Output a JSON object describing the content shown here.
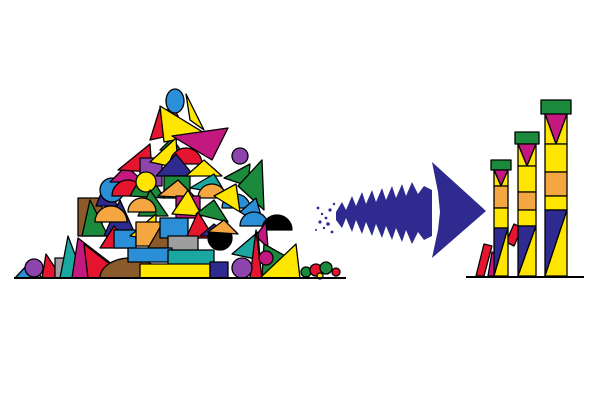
{
  "illustration": {
    "background": "#ffffff",
    "outline": "#000000",
    "arrow_color": "#2e2a8f",
    "palette": [
      "#e5142f",
      "#1b8a3c",
      "#ffe600",
      "#2a8fd6",
      "#f4a640",
      "#2e2a8f",
      "#c2187f",
      "#d12b9f",
      "#8b5a2b",
      "#6b3fa0",
      "#1aa7a0",
      "#9e9e9e",
      "#000000"
    ],
    "left_group": "pile-of-colored-shapes",
    "right_group": "three-stacked-block-towers",
    "towers_count": 3
  }
}
